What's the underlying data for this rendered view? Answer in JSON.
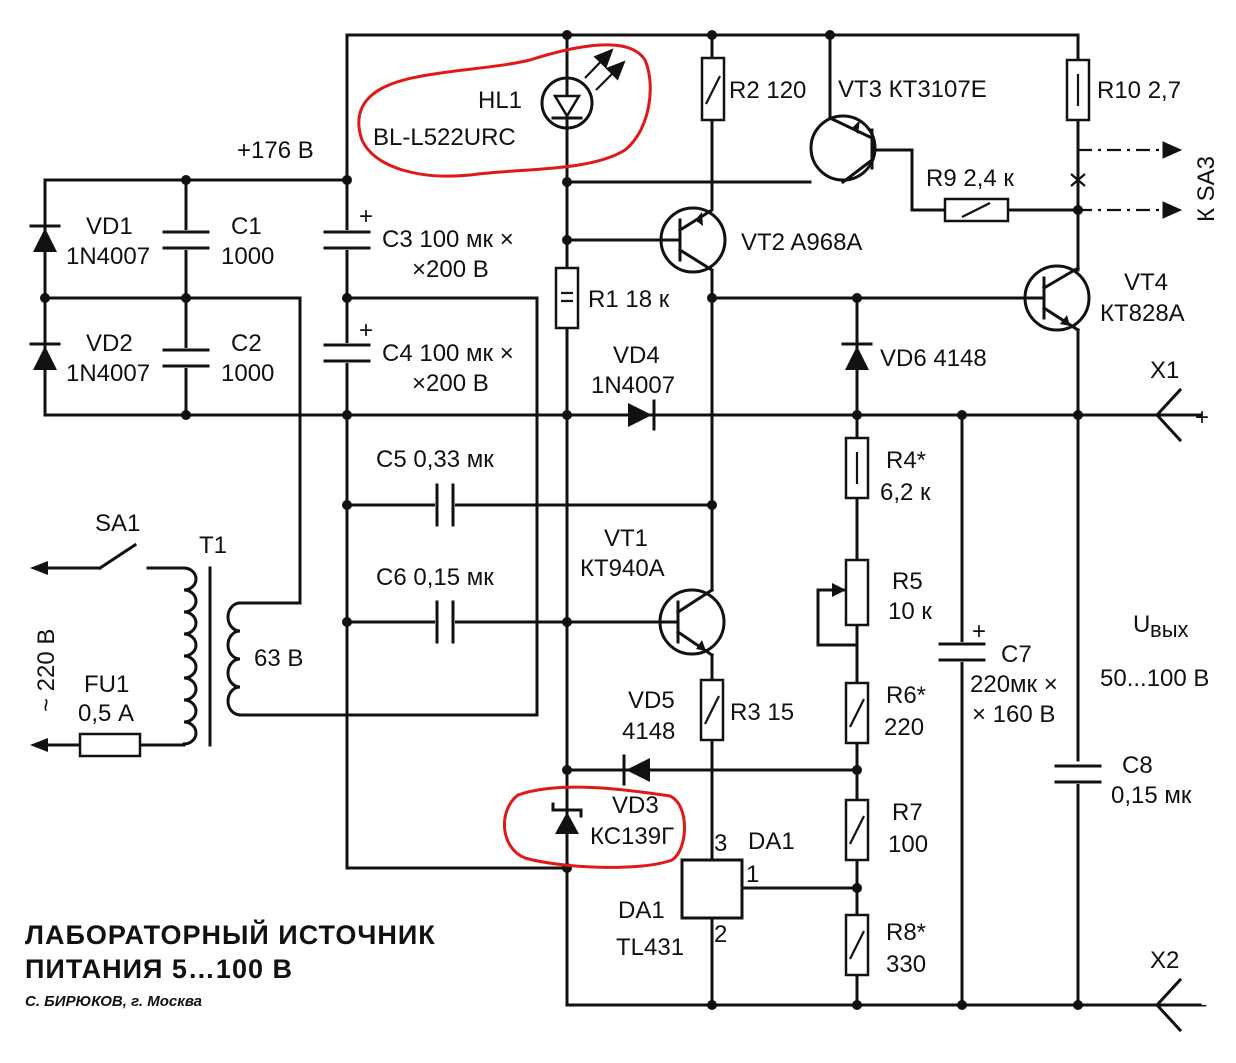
{
  "title_line1": "ЛАБОРАТОРНЫЙ ИСТОЧНИК",
  "title_line2": "ПИТАНИЯ 5…100 В",
  "author": "С. БИРЮКОВ, г. Москва",
  "supply_label": "+176 В",
  "components": {
    "hl1_name": "HL1",
    "hl1_part": "BL-L522URC",
    "r2": "R2 120",
    "vt3": "VT3 КТ3107Е",
    "r10": "R10 2,7",
    "r9": "R9 2,4 к",
    "ksa3": "К SA3",
    "vd1_name": "VD1",
    "vd1_part": "1N4007",
    "c1_name": "C1",
    "c1_val": "1000",
    "vd2_name": "VD2",
    "vd2_part": "1N4007",
    "c2_name": "C2",
    "c2_val": "1000",
    "c3_a": "C3 100 мк ×",
    "c3_b": "×200 В",
    "c4_a": "C4 100 мк ×",
    "c4_b": "×200 В",
    "vt2": "VT2 A968A",
    "r1": "R1 18 к",
    "vt4_name": "VT4",
    "vt4_part": "КТ828А",
    "vd4_name": "VD4",
    "vd4_part": "1N4007",
    "vd6": "VD6 4148",
    "x1": "X1",
    "x1_sign": "+",
    "r4_name": "R4*",
    "r4_val": "6,2 к",
    "c5": "C5 0,33 мк",
    "c6": "C6 0,15 мк",
    "sa1": "SA1",
    "t1": "T1",
    "mains": "~ 220 В",
    "sec_v": "63 В",
    "fu1_name": "FU1",
    "fu1_val": "0,5 А",
    "vt1_name": "VT1",
    "vt1_part": "КТ940А",
    "r5_name": "R5",
    "r5_val": "10 к",
    "c7_name": "C7",
    "c7_a": "220мк ×",
    "c7_b": "× 160 В",
    "uout_main": "U",
    "uout_sub": "вых",
    "uout_range": "50...100 В",
    "vd5_name": "VD5",
    "vd5_part": "4148",
    "r3": "R3 15",
    "r6_name": "R6*",
    "r6_val": "220",
    "c8_name": "C8",
    "c8_val": "0,15 мк",
    "vd3_name": "VD3",
    "vd3_part": "КС139Г",
    "da1_top": "DA1",
    "da1_name": "DA1",
    "da1_part": "TL431",
    "pin1": "1",
    "pin2": "2",
    "pin3": "3",
    "r7_name": "R7",
    "r7_val": "100",
    "r8_name": "R8*",
    "r8_val": "330",
    "x2": "X2",
    "x2_sign": "–"
  },
  "colors": {
    "ink": "#111111",
    "highlight": "#e01818"
  }
}
